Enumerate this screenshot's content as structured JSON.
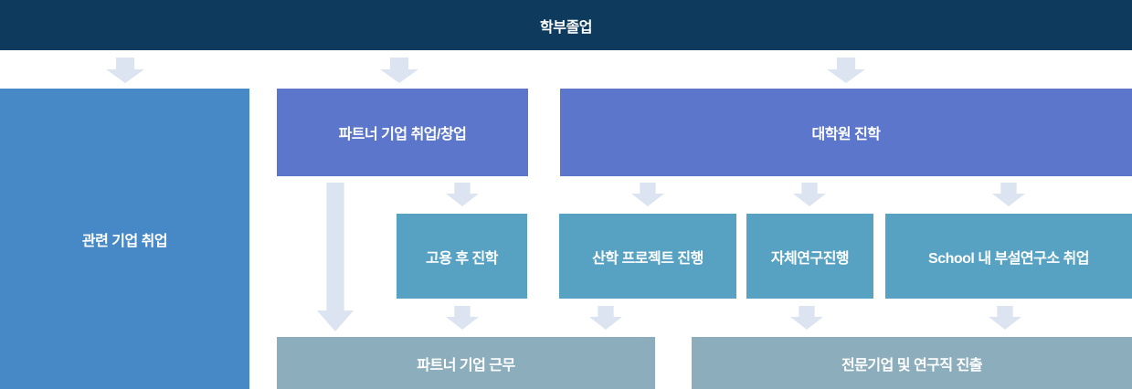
{
  "colors": {
    "navy": "#0d3a5d",
    "blue": "#4689c6",
    "purple": "#5b76ca",
    "teal": "#57a2c2",
    "slate": "#8cadbb",
    "arrow": "#dce4f1",
    "text": "#ffffff"
  },
  "flow": {
    "root": {
      "label": "학부졸업"
    },
    "level1": [
      {
        "label": "관련 기업 취업"
      },
      {
        "label": "파트너 기업 취업/창업"
      },
      {
        "label": "대학원 진학"
      }
    ],
    "level2": [
      {
        "label": "고용 후 진학"
      },
      {
        "label": "산학 프로젝트 진행"
      },
      {
        "label": "자체연구진행"
      },
      {
        "label": "School 내 부설연구소 취업"
      }
    ],
    "level3": [
      {
        "label": "파트너 기업 근무"
      },
      {
        "label": "전문기업 및 연구직 진출"
      }
    ]
  }
}
